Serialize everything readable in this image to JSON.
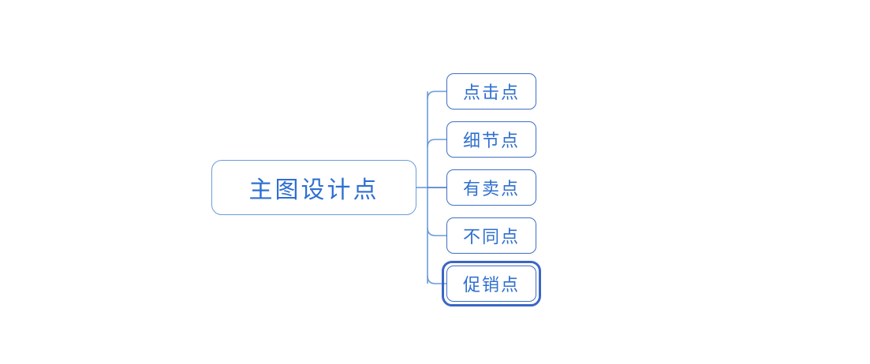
{
  "diagram": {
    "type": "mind-map",
    "background_color": "#ffffff",
    "root": {
      "label": "主图设计点",
      "text_color": "#2f6fd0",
      "border_color": "#6b9bdc",
      "fill_color": "#ffffff"
    },
    "branch_color": "#6b9bdc",
    "selection_color": "#3b66c4",
    "children": [
      {
        "label": "点击点",
        "selected": false
      },
      {
        "label": "细节点",
        "selected": false
      },
      {
        "label": "有卖点",
        "selected": false
      },
      {
        "label": "不同点",
        "selected": false
      },
      {
        "label": "促销点",
        "selected": true
      }
    ]
  }
}
